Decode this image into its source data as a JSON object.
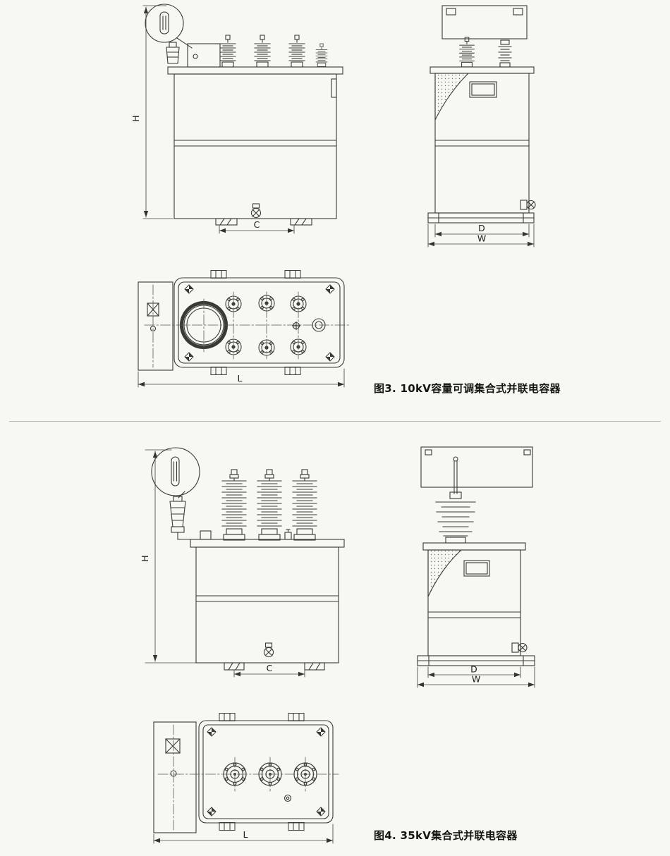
{
  "document": {
    "paper_color": "#f7f7f4",
    "line_color": "#3a3a35",
    "divider_color": "#b5b5ae"
  },
  "figures": [
    {
      "caption": "图3. 10kV容量可调集合式并联电容器",
      "dims": {
        "height": "H",
        "foot_span": "C",
        "tank_depth": "D",
        "base_width": "W",
        "length": "L"
      }
    },
    {
      "caption": "图4. 35kV集合式并联电容器",
      "dims": {
        "height": "H",
        "foot_span": "C",
        "tank_depth": "D",
        "base_width": "W",
        "length": "L"
      }
    }
  ]
}
